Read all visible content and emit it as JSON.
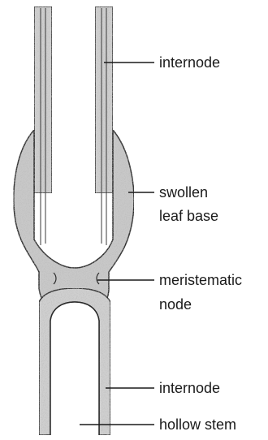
{
  "labels": {
    "internode_top": "internode",
    "leaf_base_line1": "swollen",
    "leaf_base_line2": "leaf base",
    "node_line1": "meristematic",
    "node_line2": "node",
    "internode_bottom": "internode",
    "hollow_stem": "hollow stem"
  },
  "colors": {
    "stem_fill": "#c8c8c8",
    "outline": "#2a2a2a",
    "background": "#ffffff"
  }
}
